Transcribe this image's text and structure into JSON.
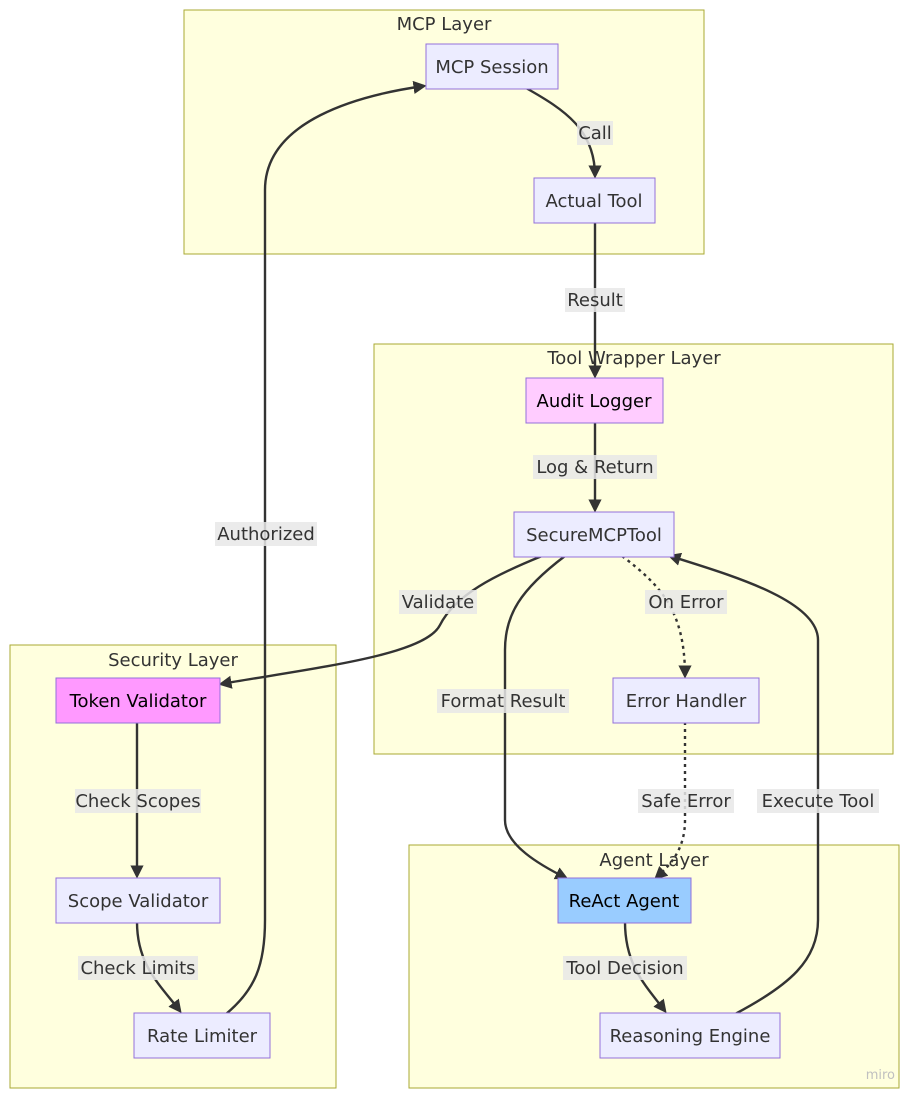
{
  "colors": {
    "cluster_fill": "#ffffde",
    "cluster_stroke": "#aaaa33",
    "node_default": "#ececff",
    "node_stroke": "#9370db",
    "audit_logger": "#ffccff",
    "token_validator": "#ff99ff",
    "react_agent": "#99ccff",
    "edge": "#333333"
  },
  "clusters": {
    "mcp": "MCP Layer",
    "wrapper": "Tool Wrapper Layer",
    "security": "Security Layer",
    "agent": "Agent Layer"
  },
  "nodes": {
    "mcp_session": "MCP Session",
    "actual_tool": "Actual Tool",
    "audit_logger": "Audit Logger",
    "secure_mcp_tool": "SecureMCPTool",
    "error_handler": "Error Handler",
    "token_validator": "Token Validator",
    "scope_validator": "Scope Validator",
    "rate_limiter": "Rate Limiter",
    "react_agent": "ReAct Agent",
    "reasoning_engine": "Reasoning Engine"
  },
  "edges": {
    "call": "Call",
    "result": "Result",
    "log_return": "Log & Return",
    "validate": "Validate",
    "on_error": "On Error",
    "format_result": "Format Result",
    "check_scopes": "Check Scopes",
    "check_limits": "Check Limits",
    "authorized": "Authorized",
    "safe_error": "Safe Error",
    "execute_tool": "Execute Tool",
    "tool_decision": "Tool Decision"
  },
  "watermark": "miro"
}
